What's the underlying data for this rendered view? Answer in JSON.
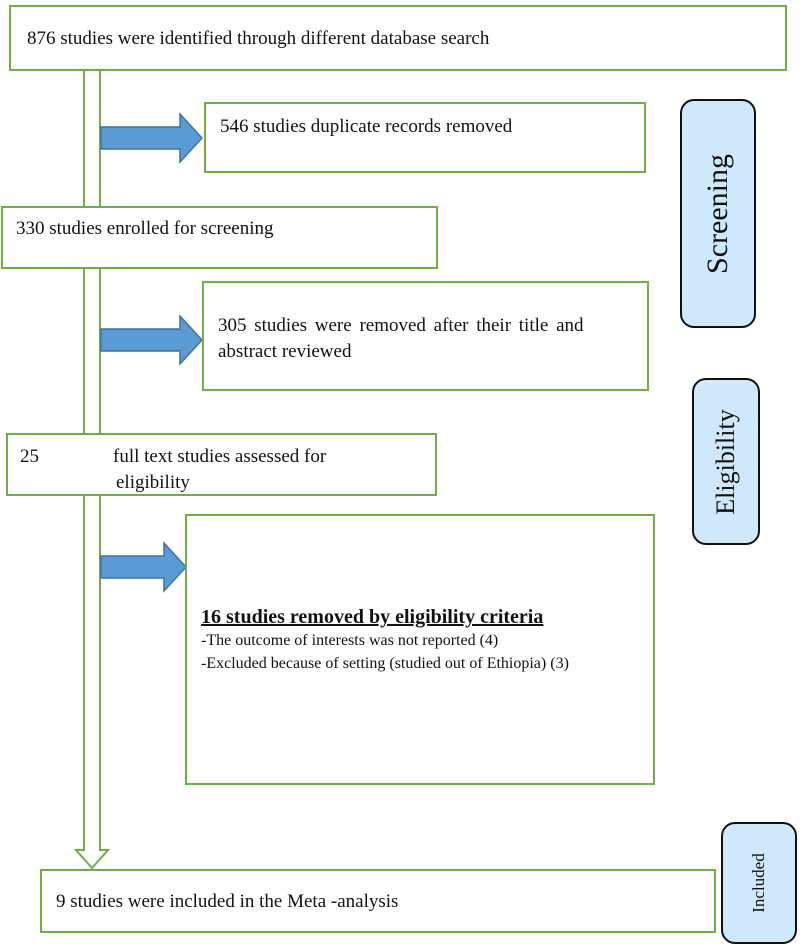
{
  "boxes": {
    "identified": "876 studies were identified through different database search",
    "duplicates": "546 studies duplicate records removed",
    "screening": "330 studies enrolled for screening",
    "removed_title_line1": "305 studies were removed after their title and",
    "removed_title_line2": "abstract reviewed",
    "fulltext_count": "25",
    "fulltext_line1": "full text studies assessed for",
    "fulltext_line2": "eligibility",
    "eligibility_removed_title": "16 studies removed by eligibility criteria",
    "eligibility_reason_1": "-The outcome of interests was not reported (4)",
    "eligibility_reason_2": "-Excluded because of setting (studied out of Ethiopia) (3)",
    "included": "9 studies were included in the Meta -analysis"
  },
  "stages": {
    "screening": "Screening",
    "eligibility": "Eligibility",
    "included": "Included"
  },
  "colors": {
    "box_border": "#70ad47",
    "arrow_fill": "#5b9bd5",
    "stage_fill": "#cfe8fb"
  }
}
